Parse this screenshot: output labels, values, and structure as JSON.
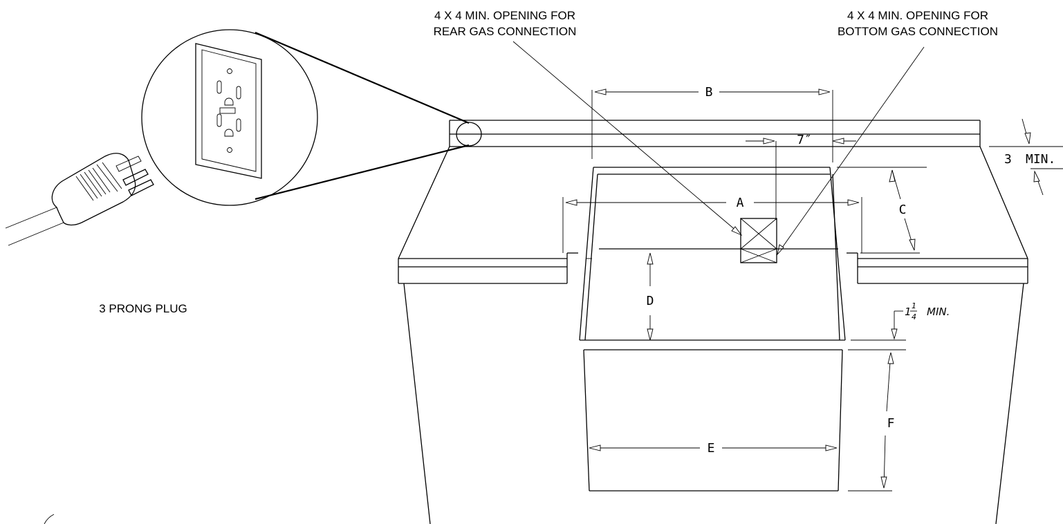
{
  "callouts": {
    "rear_gas_line1": "4 X 4 MIN. OPENING FOR",
    "rear_gas_line2": "REAR GAS CONNECTION",
    "bottom_gas_line1": "4 X 4 MIN. OPENING FOR",
    "bottom_gas_line2": "BOTTOM GAS CONNECTION",
    "plug_label": "3 PRONG PLUG"
  },
  "dimensions": {
    "A": "A",
    "B": "B",
    "C": "C",
    "D": "D",
    "E": "E",
    "F": "F",
    "seven_inch": "7″",
    "three_min_value": "3",
    "three_min_unit": "MIN.",
    "one_quarter_whole": "1",
    "one_quarter_num": "1",
    "one_quarter_den": "4",
    "one_quarter_unit": "MIN."
  }
}
